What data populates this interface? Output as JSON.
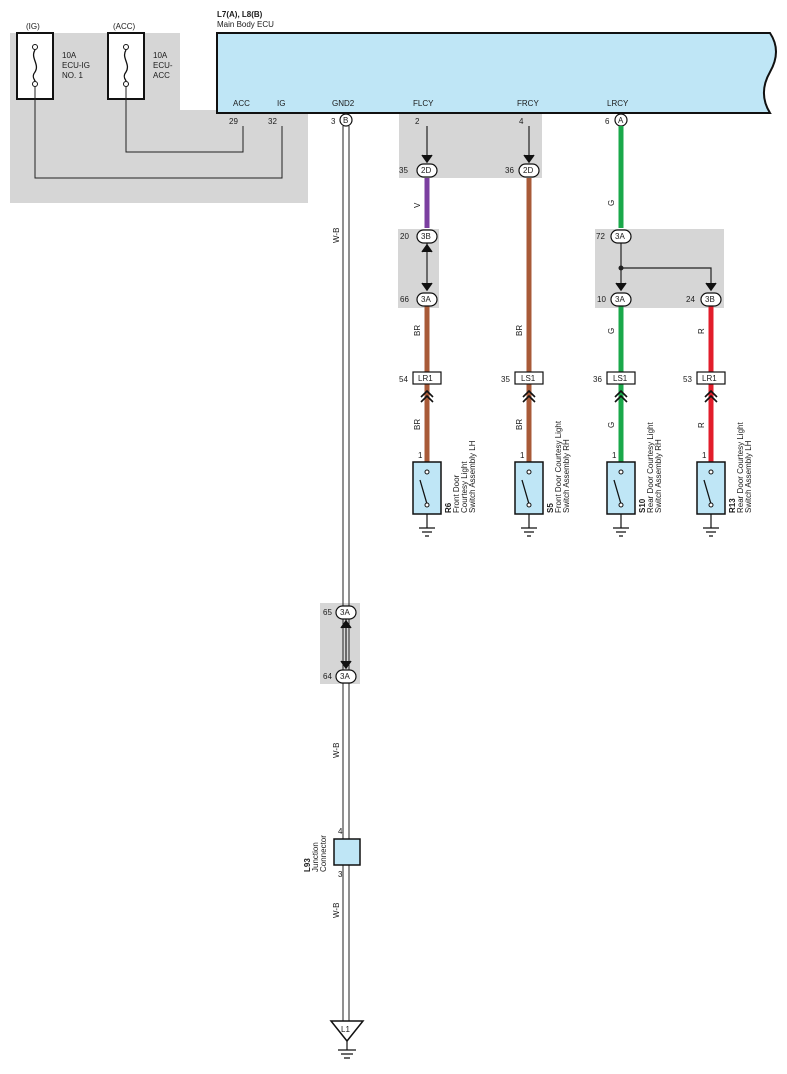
{
  "colors": {
    "ecu_fill": "#bfe6f6",
    "shade": "#d6d6d6",
    "violet": "#7b3fa0",
    "brown": "#a85a38",
    "green": "#1aa84a",
    "red": "#e21d2b",
    "switch_fill": "#bfe6f6"
  },
  "fuses": [
    {
      "label": "(IG)",
      "rating": "10A",
      "name1": "ECU-IG",
      "name2": "NO. 1"
    },
    {
      "label": "(ACC)",
      "rating": "10A",
      "name1": "ECU-",
      "name2": "ACC"
    }
  ],
  "ecu": {
    "id": "L7(A), L8(B)",
    "name": "Main Body ECU",
    "pins": [
      {
        "name": "ACC",
        "pin": "29"
      },
      {
        "name": "IG",
        "pin": "32"
      },
      {
        "name": "GND2",
        "pin": "3",
        "conn": "B"
      },
      {
        "name": "FLCY",
        "pin": "2"
      },
      {
        "name": "FRCY",
        "pin": "4"
      },
      {
        "name": "LRCY",
        "pin": "6",
        "conn": "A"
      }
    ]
  },
  "connectors": [
    {
      "pin": "35",
      "code": "2D"
    },
    {
      "pin": "36",
      "code": "2D"
    },
    {
      "pin": "20",
      "code": "3B"
    },
    {
      "pin": "66",
      "code": "3A"
    },
    {
      "pin": "72",
      "code": "3A"
    },
    {
      "pin": "10",
      "code": "3A"
    },
    {
      "pin": "24",
      "code": "3B"
    },
    {
      "pin": "65",
      "code": "3A"
    },
    {
      "pin": "64",
      "code": "3A"
    }
  ],
  "inline": [
    {
      "pin": "54",
      "code": "LR1"
    },
    {
      "pin": "35",
      "code": "LS1"
    },
    {
      "pin": "36",
      "code": "LS1"
    },
    {
      "pin": "53",
      "code": "LR1"
    }
  ],
  "wires": {
    "gnd": "W-B",
    "v": "V",
    "br": "BR",
    "g": "G",
    "r": "R"
  },
  "switches": [
    {
      "pin": "1",
      "id": "R6",
      "line1": "Front Door",
      "line2": "Courtesy Light",
      "line3": "Switch Assembly LH"
    },
    {
      "pin": "1",
      "id": "S5",
      "line1": "Front Door Courtesy Light",
      "line2": "Switch Assembly RH"
    },
    {
      "pin": "1",
      "id": "S10",
      "line1": "Rear Door Courtesy Light",
      "line2": "Switch Assembly RH"
    },
    {
      "pin": "1",
      "id": "R13",
      "line1": "Rear Door Courtesy Light",
      "line2": "Switch Assembly LH"
    }
  ],
  "junction": {
    "id": "L93",
    "line1": "Junction",
    "line2": "Connector",
    "pin_top": "4",
    "pin_bottom": "3"
  },
  "ground": {
    "label": "L1"
  }
}
